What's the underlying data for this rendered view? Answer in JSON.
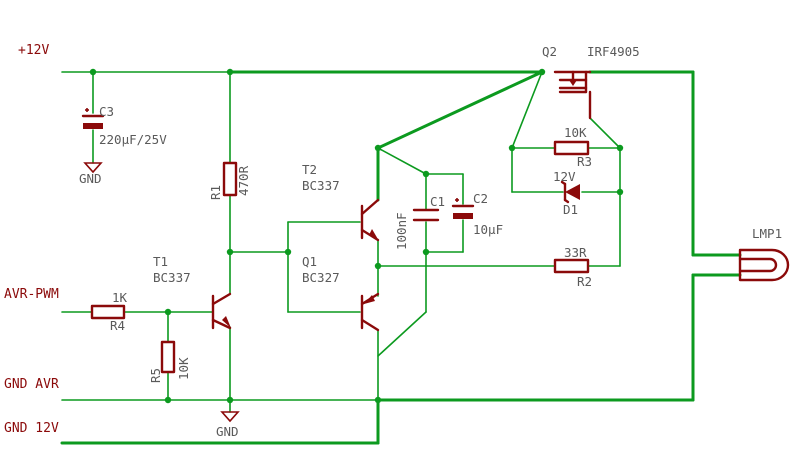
{
  "schematic": {
    "nets": {
      "vplus": "+12V",
      "avr_pwm": "AVR-PWM",
      "gnd_avr": "GND AVR",
      "gnd_12v": "GND 12V"
    },
    "parts": {
      "c3": {
        "name": "C3",
        "value": "220µF/25V",
        "gnd": "GND"
      },
      "r1": {
        "name": "R1",
        "value": "470R"
      },
      "t1": {
        "name": "T1",
        "value": "BC337"
      },
      "r4": {
        "name": "R4",
        "value": "1K"
      },
      "r5": {
        "name": "R5",
        "value": "10K"
      },
      "gnd_t1": {
        "label": "GND"
      },
      "t2": {
        "name": "T2",
        "value": "BC337"
      },
      "q1": {
        "name": "Q1",
        "value": "BC327"
      },
      "c1": {
        "name": "C1",
        "value": "100nF"
      },
      "c2": {
        "name": "C2",
        "value": "10µF"
      },
      "q2": {
        "name": "Q2",
        "value": "IRF4905"
      },
      "r3": {
        "name": "R3",
        "value": "10K"
      },
      "d1": {
        "name": "D1",
        "value": "12V"
      },
      "r2": {
        "name": "R2",
        "value": "33R"
      },
      "lmp1": {
        "name": "LMP1"
      }
    },
    "colors": {
      "wire": "#0c9a1f",
      "part": "#8b0a0a",
      "label": "#5a5a5a"
    }
  }
}
